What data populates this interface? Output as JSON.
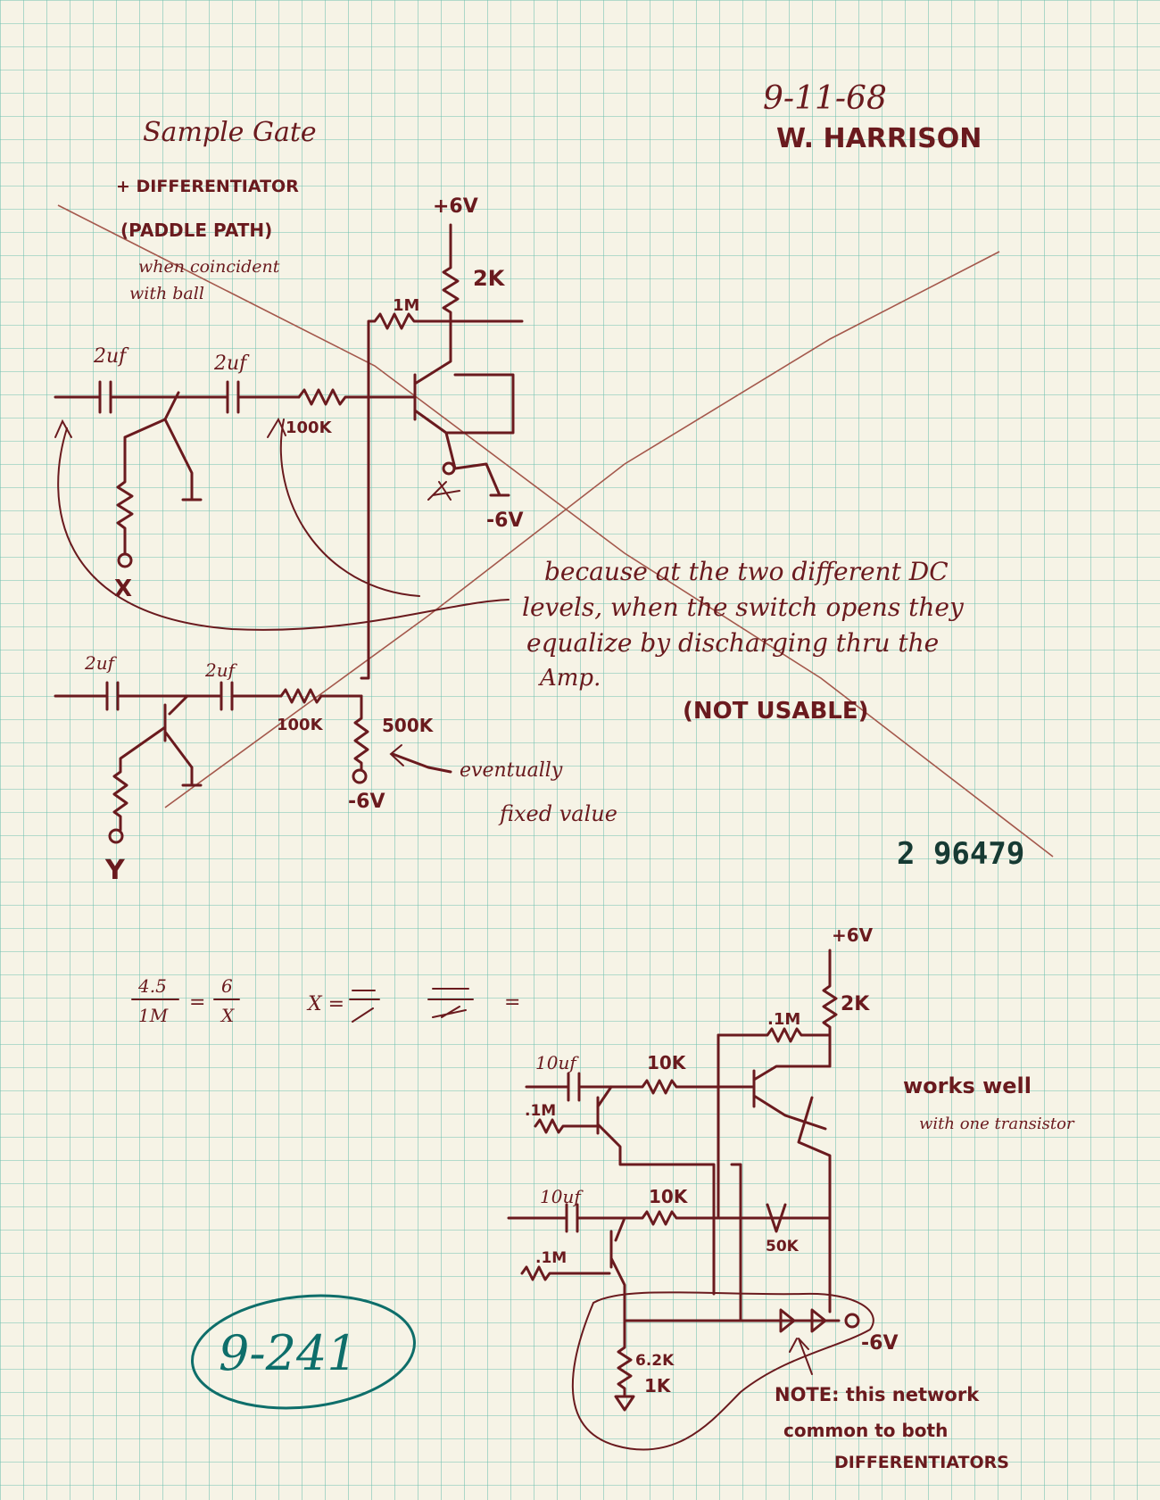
{
  "header": {
    "date": "9-11-68",
    "author": "W. HARRISON"
  },
  "title": {
    "line1": "Sample Gate",
    "line2": "+ DIFFERENTIATOR",
    "line3": "(PADDLE PATH)",
    "line4": "when coincident",
    "line5": "with ball"
  },
  "circuit1": {
    "supply_pos": "+6V",
    "r_collector": "2K",
    "r_feedback": "1M",
    "cap_a": "2uf",
    "cap_b": "2uf",
    "r_series": "100K",
    "supply_neg": "-6V",
    "input_label": "X"
  },
  "circuit2": {
    "cap_a": "2uf",
    "cap_b": "2uf",
    "r_series": "100K",
    "pot": "500K",
    "supply_neg": "-6V",
    "input_label": "Y",
    "pot_note_1": "eventually",
    "pot_note_2": "fixed value"
  },
  "note": {
    "line1": "because at the two different DC",
    "line2": "levels, when the switch opens they",
    "line3": "equalize by discharging thru the",
    "line4": "Amp.",
    "verdict": "(NOT USABLE)"
  },
  "stamp_number": "2 96479",
  "equation": {
    "frac1_num": "4.5",
    "frac1_den": "1M",
    "frac2_num": "6",
    "frac2_den": "X",
    "x_eq": "X ="
  },
  "circuit3": {
    "supply_pos": "+6V",
    "r_collector": "2K",
    "r_feedback": ".1M",
    "cap_top": "10uf",
    "r_top": "10K",
    "r_base_top": ".1M",
    "cap_bottom": "10uf",
    "r_bottom": "10K",
    "r_base_bottom": ".1M",
    "pot": "50K",
    "r_emitter": "6.2K",
    "r_ground": "1K",
    "supply_neg": "-6V",
    "works_1": "works well",
    "works_2": "with one transistor",
    "note_1": "NOTE: this network",
    "note_2": "common to both",
    "note_3": "DIFFERENTIATORS"
  },
  "page_id": "9-241",
  "colors": {
    "paper": "#f6f3e6",
    "grid": "#58b7a6",
    "ink": "#6a1a1e",
    "green_ink": "#0e6e6a",
    "stamp": "#163a33"
  }
}
